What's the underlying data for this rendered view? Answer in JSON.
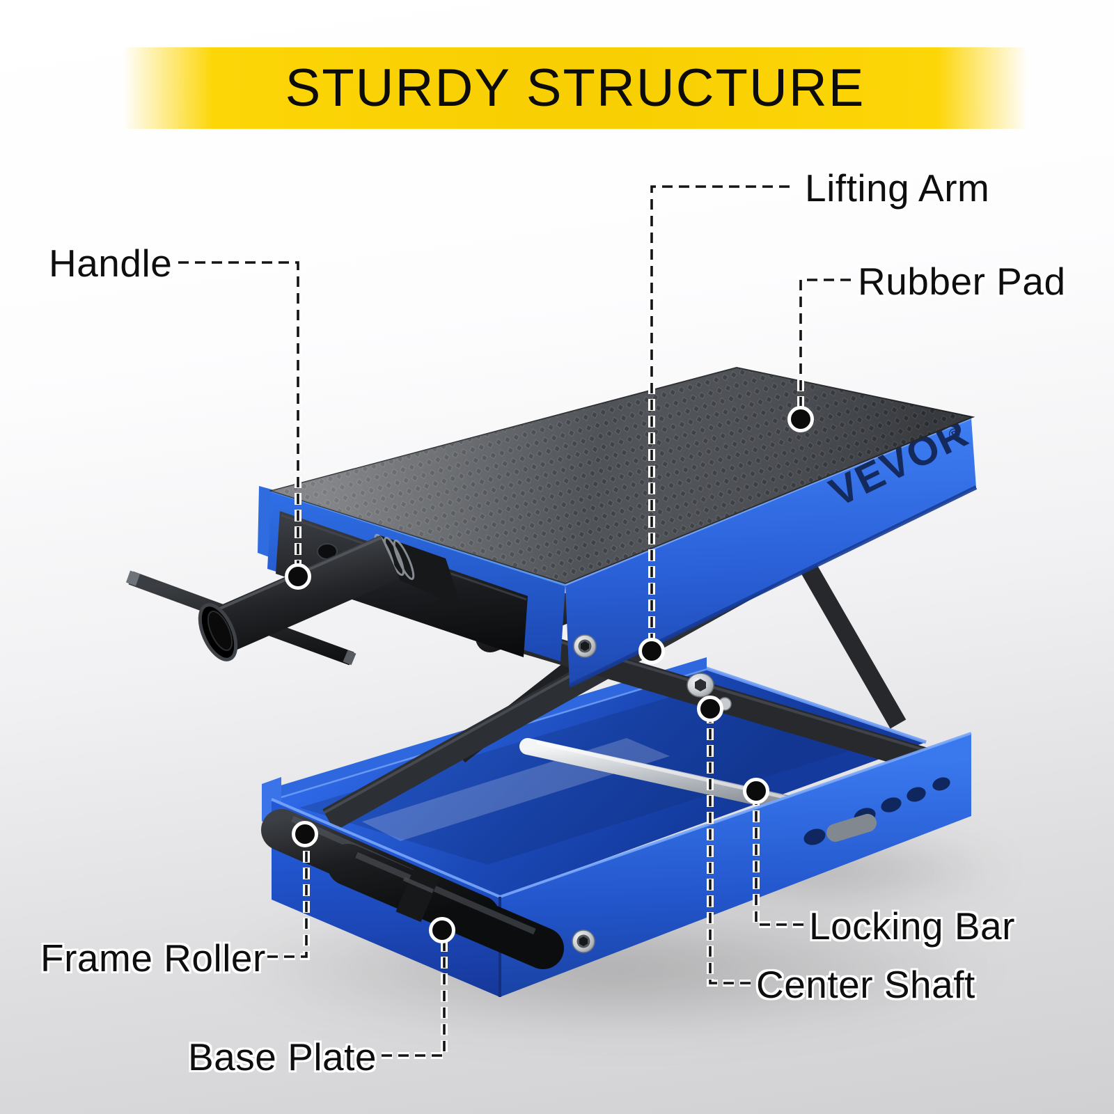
{
  "header": {
    "title": "STURDY STRUCTURE"
  },
  "product": {
    "brand": "VEVOR",
    "brand_reg": "®",
    "type_hint": "motorcycle scissor lift jack"
  },
  "labels": {
    "lifting_arm": "Lifting Arm",
    "handle": "Handle",
    "rubber_pad": "Rubber Pad",
    "frame_roller": "Frame Roller",
    "base_plate": "Base Plate",
    "locking_bar": "Locking Bar",
    "center_shaft": "Center Shaft"
  },
  "colors": {
    "banner_yellow": "#F8CF02",
    "product_blue": "#2B66DE",
    "product_blue_dark": "#1A43AD",
    "black_parts": "#202225",
    "silver": "#C9CDD2",
    "brand_navy": "#142A5C",
    "label_text": "#0E0E0E",
    "callout_dash": "#141414",
    "callout_casing": "#FFFFFF",
    "background_top": "#FFFFFF",
    "background_bottom": "#D0D0D2"
  }
}
